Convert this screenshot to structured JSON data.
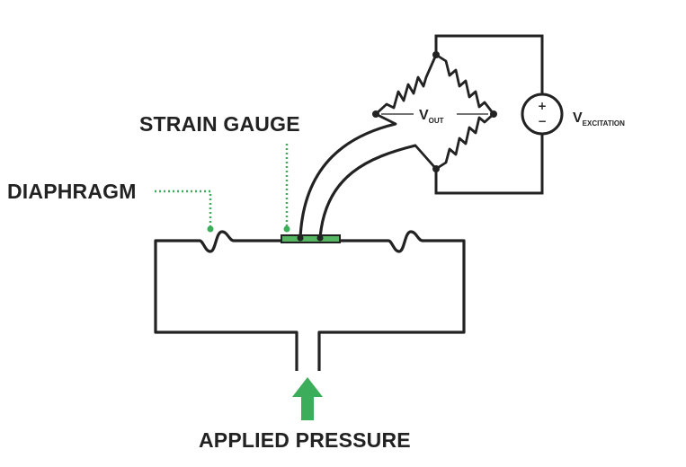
{
  "labels": {
    "strain_gauge": "STRAIN GAUGE",
    "diaphragm": "DIAPHRAGM",
    "applied_pressure": "APPLIED PRESSURE",
    "vout_main": "V",
    "vout_sub": "OUT",
    "vexc_main": "V",
    "vexc_sub": "EXCITATION",
    "source_plus": "+",
    "source_minus": "−"
  },
  "colors": {
    "line": "#222222",
    "accent_green": "#3cad5a",
    "gauge_green": "#55b761",
    "background": "#ffffff"
  }
}
